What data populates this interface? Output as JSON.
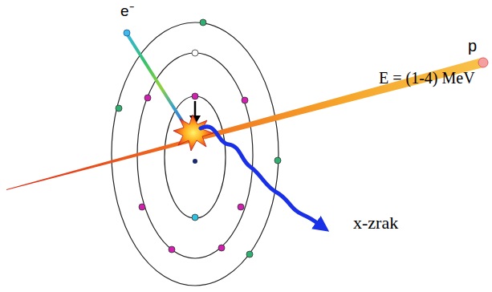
{
  "diagram": {
    "labels": [
      "e⁻",
      "p",
      "E = (1-4) MeV",
      "x-zrak"
    ]
  }
}
